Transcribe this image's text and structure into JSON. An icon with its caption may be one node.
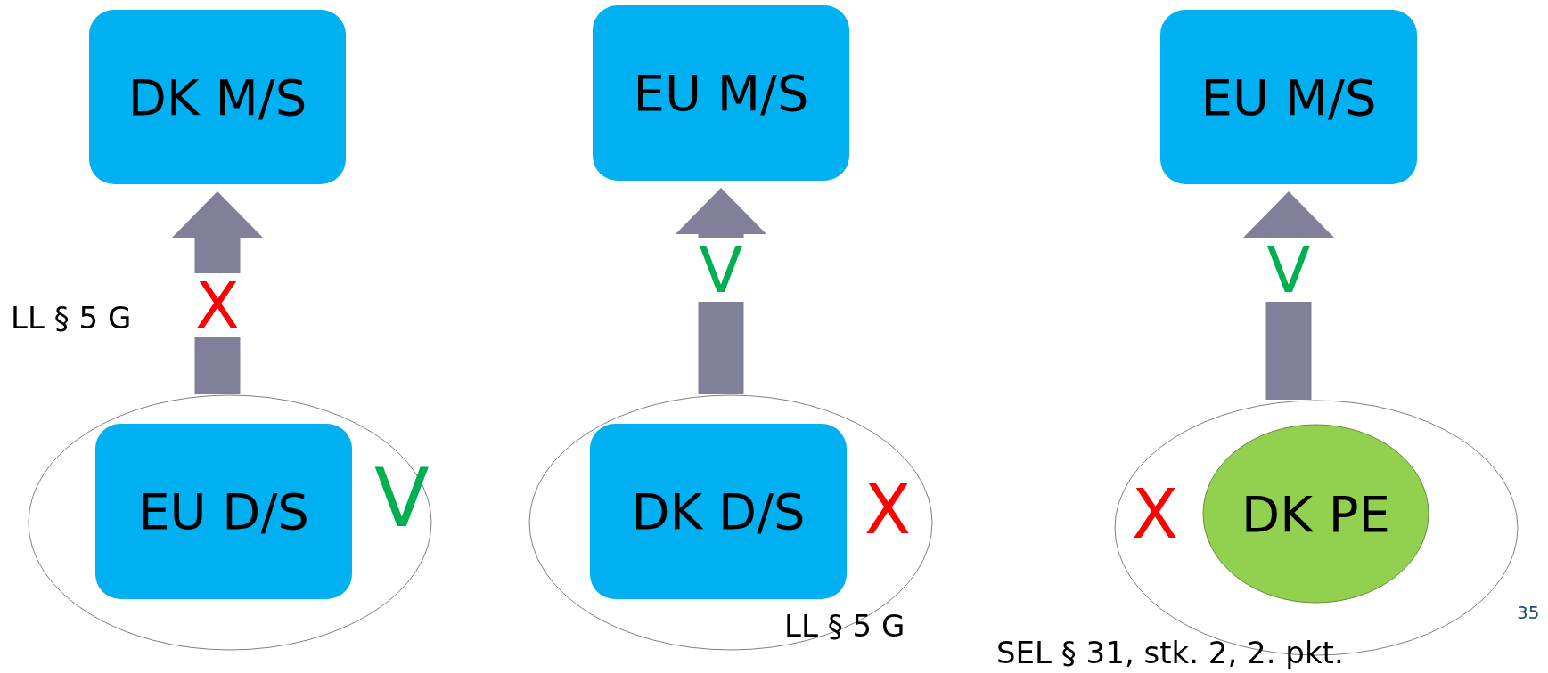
{
  "diagram": {
    "nodes": [
      {
        "text": [
          "DK M/S"
        ]
      },
      {
        "text": [],
        "shape": "ellipse"
      },
      {
        "text": [
          "EU D/S"
        ],
        "in": 1,
        "beside": [
          "V"
        ]
      },
      {
        "text": [
          "EU M/S"
        ]
      },
      {
        "text": [],
        "shape": "ellipse"
      },
      {
        "text": [
          "DK D/S"
        ],
        "in": 4,
        "beside": [
          "X"
        ]
      },
      {
        "text": [
          "EU M/S"
        ]
      },
      {
        "text": [],
        "shape": "ellipse"
      },
      {
        "text": [
          "DK PE"
        ],
        "in": 7,
        "beside": [
          "X"
        ]
      }
    ],
    "edges": [
      {
        "from": 1,
        "to": 0,
        "arrow": "to",
        "label": "X"
      },
      {
        "from": 4,
        "to": 3,
        "arrow": "to",
        "label": "V"
      },
      {
        "from": 7,
        "to": 6,
        "arrow": "to",
        "label": "V"
      }
    ],
    "labels": [
      "LL § 5 G",
      "LL § 5 G",
      "35",
      "SEL § 31, stk. 2, 2. pkt."
    ]
  }
}
